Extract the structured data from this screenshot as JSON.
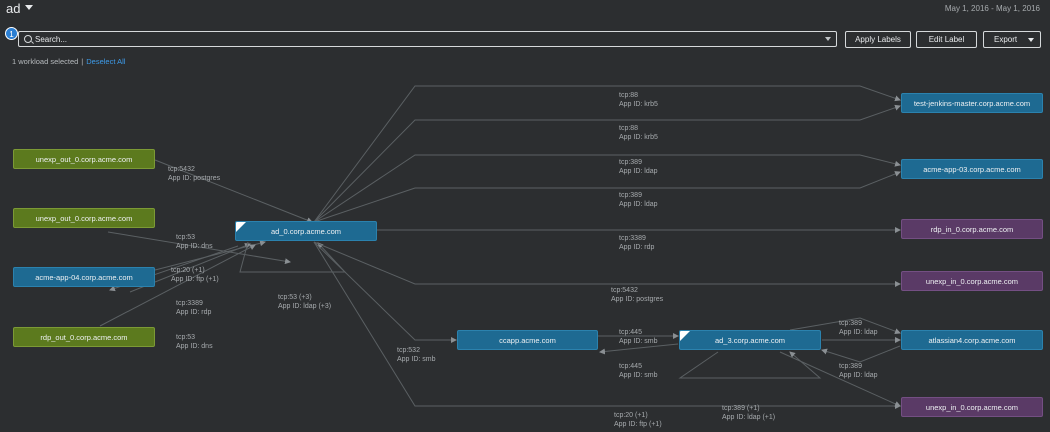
{
  "header": {
    "title": "ad",
    "date_range": "May 1, 2016 - May 1, 2016"
  },
  "toolbar": {
    "badge_count": "1",
    "search_placeholder": "Search...",
    "apply_labels": "Apply Labels",
    "edit_label": "Edit Label",
    "export": "Export"
  },
  "selection": {
    "summary": "1 workload selected",
    "separator": "|",
    "deselect": "Deselect All"
  },
  "colors": {
    "background": "#2c2e30",
    "node_green": "#5c7a1e",
    "node_blue": "#1e6a92",
    "node_purple": "#5a3a66",
    "link": "#3d9be9"
  },
  "nodes": {
    "unexp_out_0a": "unexp_out_0.corp.acme.com",
    "unexp_out_0b": "unexp_out_0.corp.acme.com",
    "acme_app_04": "acme-app-04.corp.acme.com",
    "rdp_out_0": "rdp_out_0.corp.acme.com",
    "ad_0": "ad_0.corp.acme.com",
    "ccapp": "ccapp.acme.com",
    "ad_3": "ad_3.corp.acme.com",
    "test_jenkins": "test-jenkins-master.corp.acme.com",
    "acme_app_03": "acme-app-03.corp.acme.com",
    "rdp_in_0": "rdp_in_0.corp.acme.com",
    "unexp_in_0a": "unexp_in_0.corp.acme.com",
    "atlassian4": "atlassian4.corp.acme.com",
    "unexp_in_0b": "unexp_in_0.corp.acme.com"
  },
  "edge_labels": {
    "postgres_in": "tcp:5432\nApp ID: postgres",
    "dns_a": "tcp:53\nApp ID: dns",
    "ftp_in": "tcp:20 (+1)\nApp ID: ftp (+1)",
    "rdp_in": "tcp:3389\nApp ID: rdp",
    "dns_b": "tcp:53\nApp ID: dns",
    "ldap_loop": "tcp:53 (+3)\nApp ID: ldap (+3)",
    "krb_a": "tcp:88\nApp ID: krb5",
    "krb_b": "tcp:88\nApp ID: krb5",
    "ldap_a": "tcp:389\nApp ID: ldap",
    "ldap_b": "tcp:389\nApp ID: ldap",
    "rdp_out": "tcp:3389\nApp ID: rdp",
    "postgres_out": "tcp:5432\nApp ID: postgres",
    "smb_a": "tcp:532\nApp ID: smb",
    "smb_b": "tcp:445\nApp ID: smb",
    "smb_c": "tcp:445\nApp ID: smb",
    "ldap_c": "tcp:389\nApp ID: ldap",
    "ldap_d": "tcp:389\nApp ID: ldap",
    "ftp_out": "tcp:20 (+1)\nApp ID: ftp (+1)",
    "ldap_e": "tcp:389 (+1)\nApp ID: ldap (+1)"
  }
}
